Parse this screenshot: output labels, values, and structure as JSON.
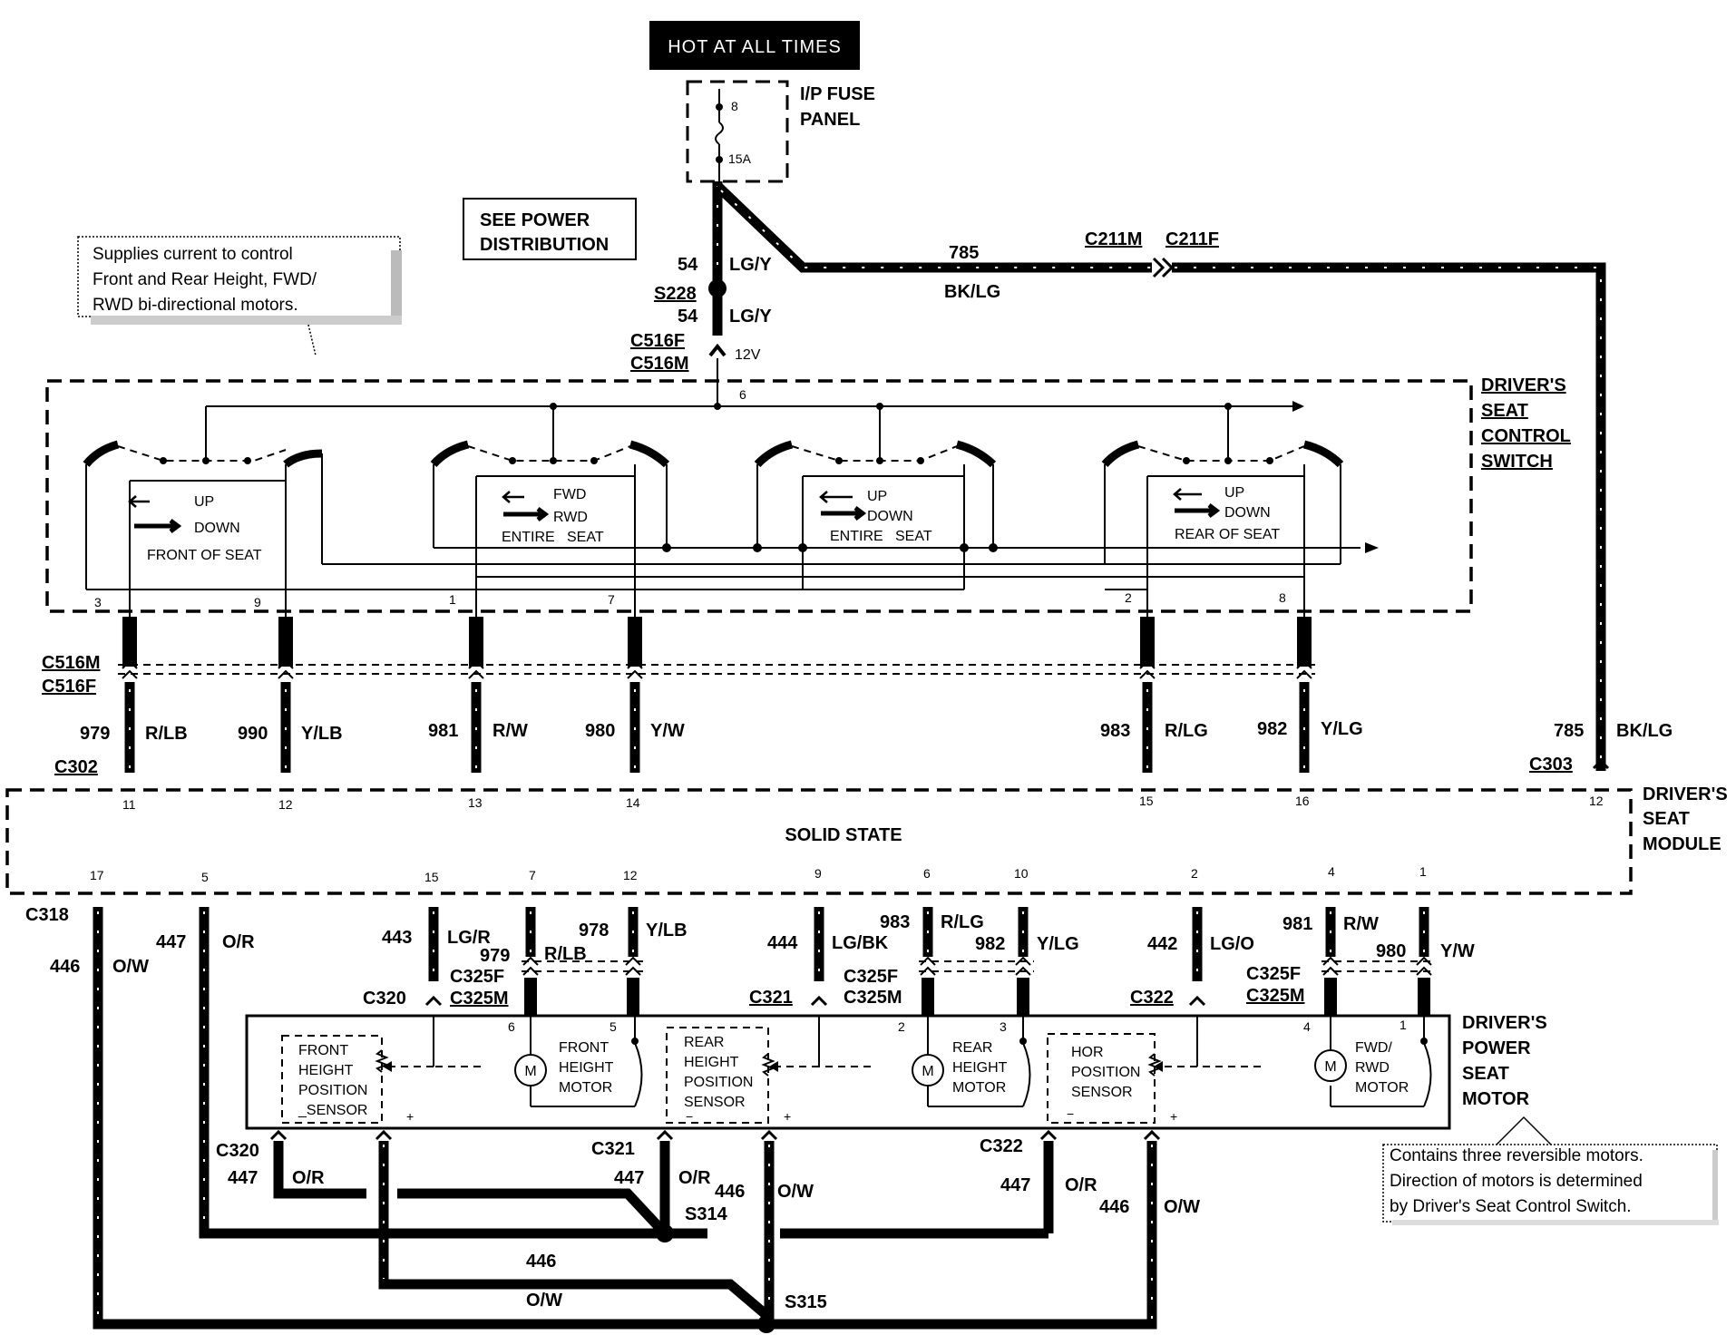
{
  "header": {
    "hot_banner": "HOT AT ALL TIMES",
    "fuse_panel": [
      "I/P FUSE",
      "PANEL"
    ],
    "fuse_number": "8",
    "fuse_rating": "15A",
    "see_power": [
      "SEE POWER",
      "DISTRIBUTION"
    ]
  },
  "notes": {
    "supply_note": [
      "Supplies current to control",
      "Front and Rear Height, FWD/",
      "RWD bi-directional motors."
    ],
    "motor_note": [
      "Contains three reversible motors.",
      "Direction of motors is determined",
      "by Driver's Seat Control Switch."
    ]
  },
  "components": {
    "seat_control_switch": [
      "DRIVER'S",
      "SEAT",
      "CONTROL",
      "SWITCH"
    ],
    "seat_module": [
      "DRIVER'S",
      "SEAT",
      "MODULE"
    ],
    "solid_state": "SOLID STATE",
    "power_seat_motor": [
      "DRIVER'S",
      "POWER",
      "SEAT",
      "MOTOR"
    ]
  },
  "feed": {
    "circuit_54": "54",
    "color_lgy": "LG/Y",
    "splice_s228": "S228",
    "c516f": "C516F",
    "c516m": "C516M",
    "voltage": "12V",
    "pin_6": "6",
    "circuit_785": "785",
    "color_bklg": "BK/LG",
    "c211m": "C211M",
    "c211f": "C211F"
  },
  "switch_sections": [
    {
      "up": "UP",
      "down": "DOWN",
      "caption": "FRONT OF SEAT"
    },
    {
      "up": "FWD",
      "down": "RWD",
      "caption": "ENTIRE   SEAT"
    },
    {
      "up": "UP",
      "down": "DOWN",
      "caption": "ENTIRE   SEAT"
    },
    {
      "up": "UP",
      "down": "DOWN",
      "caption": "REAR OF SEAT"
    }
  ],
  "switch_pins": [
    "3",
    "9",
    "1",
    "7",
    "2",
    "8"
  ],
  "upper_wires": [
    {
      "circuit": "979",
      "color": "R/LB",
      "module_pin": "11"
    },
    {
      "circuit": "990",
      "color": "Y/LB",
      "module_pin": "12"
    },
    {
      "circuit": "981",
      "color": "R/W",
      "module_pin": "13"
    },
    {
      "circuit": "980",
      "color": "Y/W",
      "module_pin": "14"
    },
    {
      "circuit": "983",
      "color": "R/LG",
      "module_pin": "15"
    },
    {
      "circuit": "982",
      "color": "Y/LG",
      "module_pin": "16"
    }
  ],
  "connectors": {
    "c516m_lower": "C516M",
    "c516f_lower": "C516F",
    "c302": "C302",
    "c303": "C303",
    "c303_pin": "12",
    "c318": "C318",
    "c320": "C320",
    "c321": "C321",
    "c322": "C322",
    "c325f": "C325F",
    "c325m": "C325M"
  },
  "module_lower_pins": [
    "17",
    "5",
    "15",
    "7",
    "12",
    "9",
    "6",
    "10",
    "2",
    "4",
    "1"
  ],
  "lower_wires": {
    "w446": {
      "circuit": "446",
      "color": "O/W"
    },
    "w447": {
      "circuit": "447",
      "color": "O/R"
    },
    "w443": {
      "circuit": "443",
      "color": "LG/R"
    },
    "w979": {
      "circuit": "979",
      "color": "R/LB"
    },
    "w978": {
      "circuit": "978",
      "color": "Y/LB"
    },
    "w444": {
      "circuit": "444",
      "color": "LG/BK"
    },
    "w983": {
      "circuit": "983",
      "color": "R/LG"
    },
    "w982": {
      "circuit": "982",
      "color": "Y/LG"
    },
    "w442": {
      "circuit": "442",
      "color": "LG/O"
    },
    "w981": {
      "circuit": "981",
      "color": "R/W"
    },
    "w980": {
      "circuit": "980",
      "color": "Y/W"
    }
  },
  "motors": {
    "front_height": [
      "FRONT",
      "HEIGHT",
      "MOTOR"
    ],
    "rear_height": [
      "REAR",
      "HEIGHT",
      "MOTOR"
    ],
    "fwd_rwd": [
      "FWD/",
      "RWD",
      "MOTOR"
    ],
    "motor_symbol": "M",
    "pins": [
      "6",
      "5",
      "2",
      "3",
      "4",
      "1"
    ]
  },
  "sensors": {
    "front": [
      "FRONT",
      "HEIGHT",
      "POSITION",
      "_SENSOR"
    ],
    "rear": [
      "REAR",
      "HEIGHT",
      "POSITION",
      "SENSOR"
    ],
    "hor": [
      "HOR",
      "POSITION",
      "SENSOR"
    ],
    "plus": "+",
    "minus": "−"
  },
  "splices": {
    "s314": "S314",
    "s315": "S315"
  }
}
